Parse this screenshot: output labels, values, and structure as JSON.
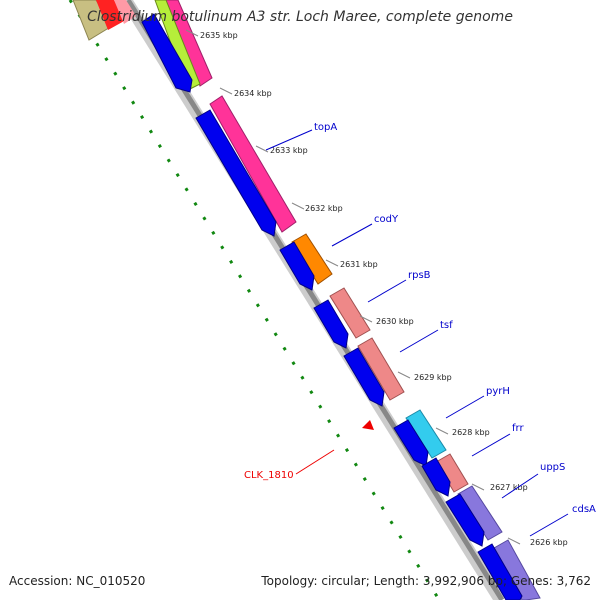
{
  "title": "Clostridium botulinum A3 str. Loch Maree, complete genome",
  "footer": {
    "accession": "Accession: NC_010520",
    "summary": "Topology: circular; Length: 3,992,906 bp; Genes: 3,762"
  },
  "ticks": [
    "2635 kbp",
    "2634 kbp",
    "2633 kbp",
    "2632 kbp",
    "2631 kbp",
    "2630 kbp",
    "2629 kbp",
    "2628 kbp",
    "2627 kbp",
    "2626 kbp"
  ],
  "genes": [
    "topA",
    "codY",
    "rpsB",
    "tsf",
    "pyrH",
    "frr",
    "uppS",
    "cdsA"
  ],
  "feature": "CLK_1810",
  "colors": {
    "cds_blue": "#0000ee",
    "topA": "#ff3399",
    "codY": "#ff8800",
    "rpsB": "#ee8888",
    "tsf": "#ee8888",
    "pyrH": "#33ccee",
    "frr": "#ee8888",
    "uppS": "#8877dd",
    "cdsA": "#8877dd",
    "backbone": "#888888",
    "gc_skew": "#118811",
    "feature_red": "#ee0000",
    "label_blue": "#0000cc"
  }
}
